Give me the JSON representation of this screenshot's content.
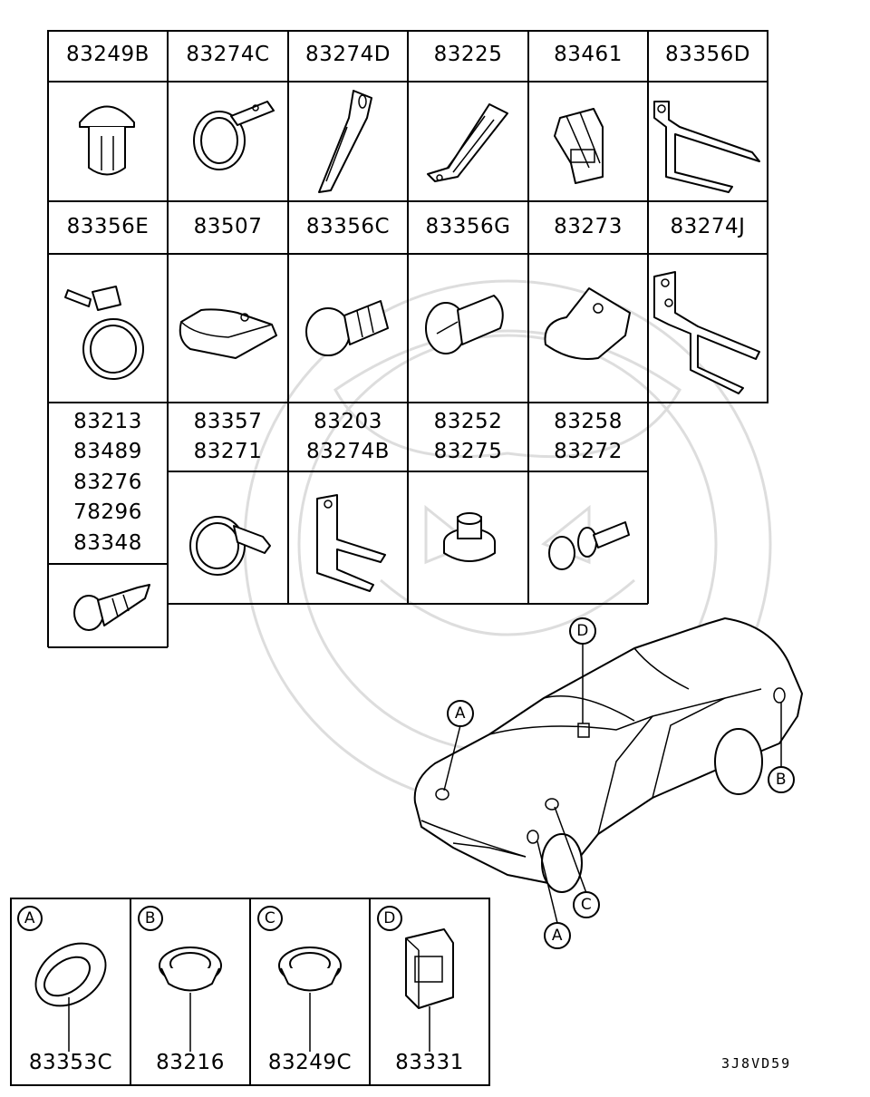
{
  "parts_table": {
    "row1": [
      "83249B",
      "83274C",
      "83274D",
      "83225",
      "83461",
      "83356D"
    ],
    "row2": [
      "83356E",
      "83507",
      "83356C",
      "83356G",
      "83273",
      "83274J"
    ],
    "row3": [
      [
        "83213",
        "83489",
        "83276",
        "78296",
        "83348"
      ],
      [
        "83357",
        "83271"
      ],
      [
        "83203",
        "83274B"
      ],
      [
        "83252",
        "83275"
      ],
      [
        "83258",
        "83272"
      ]
    ]
  },
  "callouts": [
    "A",
    "B",
    "C",
    "D"
  ],
  "locations": [
    {
      "letter": "A",
      "part": "83353C"
    },
    {
      "letter": "B",
      "part": "83216"
    },
    {
      "letter": "C",
      "part": "83249C"
    },
    {
      "letter": "D",
      "part": "83331"
    }
  ],
  "diagram_code": "3J8VD59"
}
